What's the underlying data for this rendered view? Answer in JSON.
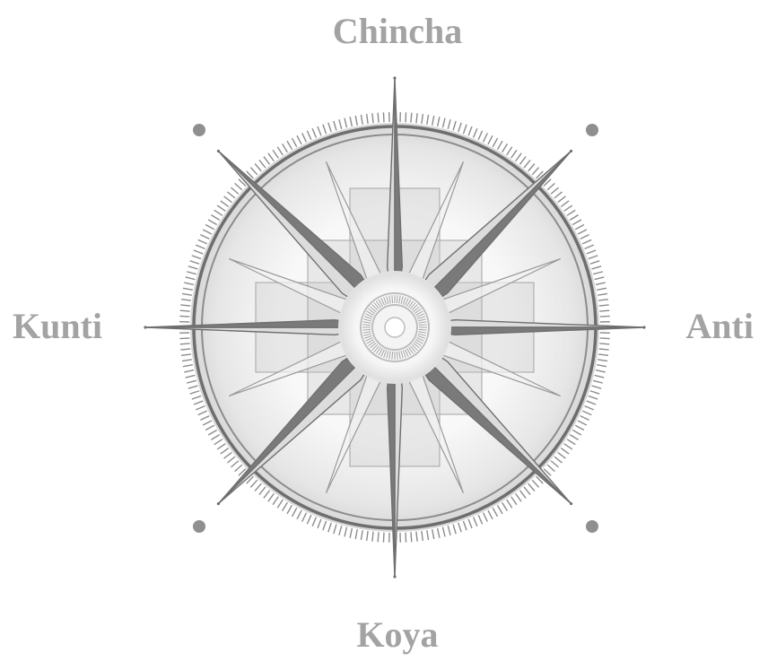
{
  "labels": {
    "north": "Chincha",
    "east": "Anti",
    "south": "Koya",
    "west": "Kunti"
  },
  "colors": {
    "label_text": "#a3a3a3",
    "ring_dark": "#6e6e6e",
    "ring_mid": "#8c8c8c",
    "star_dark": "#7a7a7a",
    "star_light": "#dcdcdc",
    "square_fill": "#c8c8c8",
    "dot": "#8f8f8f",
    "background": "#ffffff"
  },
  "icons": {
    "compass": "compass-rose-icon",
    "dots": "corner-dot-icon"
  }
}
